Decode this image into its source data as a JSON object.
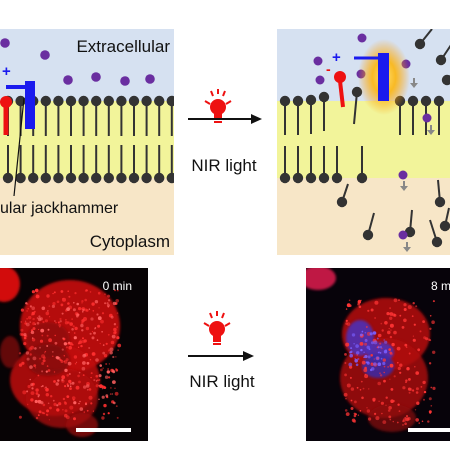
{
  "top_left": {
    "extracellular": "Extracellular",
    "jackhammer": "ular jackhammer",
    "cytoplasm": "Cytoplasm",
    "plus": "+",
    "minus": "-"
  },
  "top_right": {
    "plus": "+",
    "minus": "-"
  },
  "arrows": {
    "top_label": "NIR light",
    "bottom_label": "NIR light"
  },
  "micrographs": {
    "left_time": "0 min",
    "right_time": "8 m"
  },
  "colors": {
    "extracellular": "#d6e1f1",
    "membrane": "#f2f49a",
    "cytoplasm": "#f7e6c7",
    "lipid": "#333333",
    "molecule": "#6a2ea0",
    "jackhammer": "#1a1aee",
    "red_stick": "#ee1111",
    "glow": "#ffb300"
  }
}
